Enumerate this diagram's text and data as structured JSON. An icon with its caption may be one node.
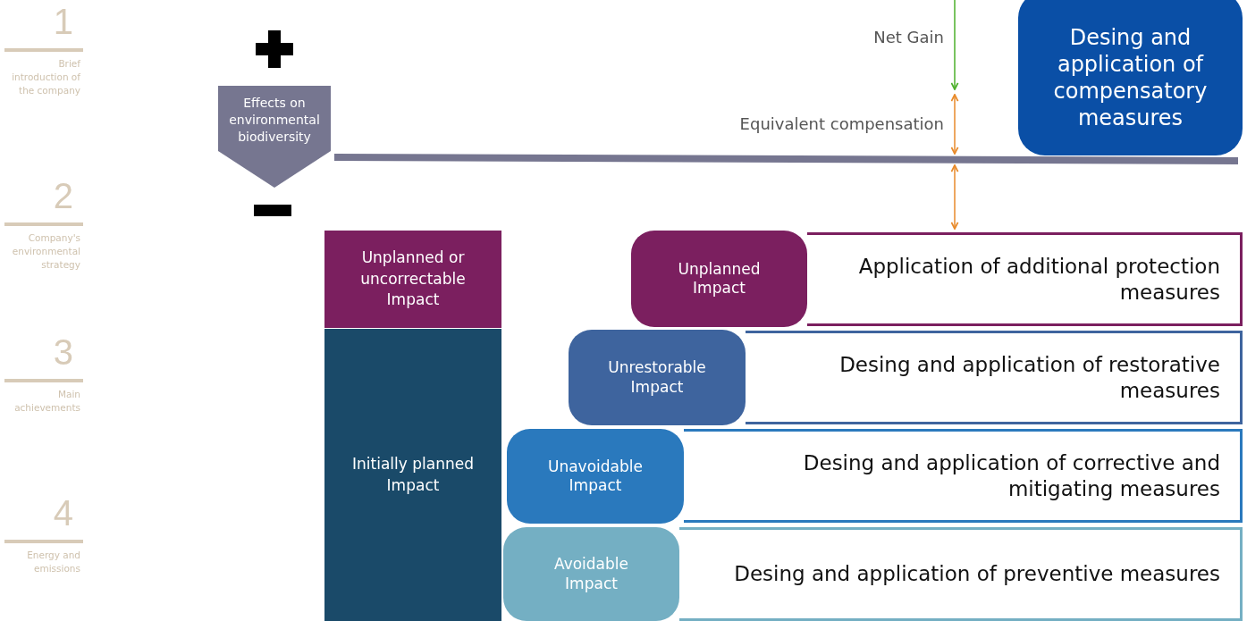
{
  "diagram": {
    "nodes": [
      {
        "text": [
          "Effects on environmental biodiversity"
        ]
      },
      {
        "text": [
          "Desing and application of compensatory measures"
        ]
      },
      {
        "text": [
          "Unplanned or uncorrectable Impact"
        ]
      },
      {
        "text": [
          "Unplanned Impact"
        ]
      },
      {
        "text": [
          "Application of additional protection measures"
        ]
      },
      {
        "text": [
          "Initially planned Impact"
        ]
      },
      {
        "text": [
          "Unrestorable Impact"
        ]
      },
      {
        "text": [
          "Desing and application of restorative measures"
        ]
      },
      {
        "text": [
          "Unavoidable Impact"
        ]
      },
      {
        "text": [
          "Desing and application of corrective and mitigating measures"
        ]
      },
      {
        "text": [
          "Avoidable Impact"
        ]
      },
      {
        "text": [
          "Desing and application of preventive measures"
        ]
      }
    ],
    "labels": [
      "1",
      "Brief introduction of the company",
      "2",
      "Company's environmental strategy",
      "3",
      "Main achievements",
      "4",
      "Energy and emissions",
      "Net Gain",
      "Equivalent compensation"
    ]
  }
}
